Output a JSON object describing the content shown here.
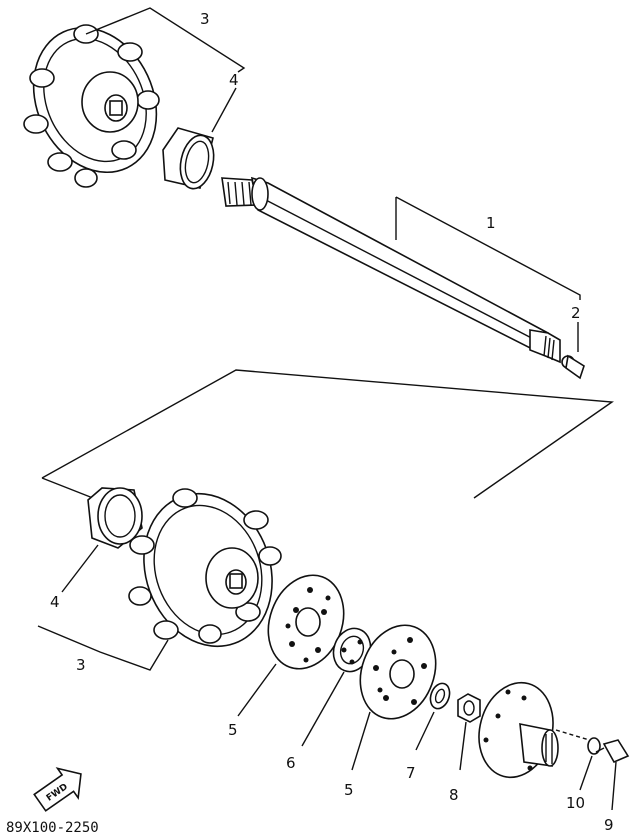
{
  "callouts": {
    "c1": "1",
    "c2": "2",
    "c3_top": "3",
    "c3_bottom": "3",
    "c4_top": "4",
    "c4_bottom": "4",
    "c5_left": "5",
    "c5_right": "5",
    "c6": "6",
    "c7": "7",
    "c8": "8",
    "c9": "9",
    "c10": "10"
  },
  "fwd_label": "FWD",
  "diagram_code": "89X100-2250",
  "icons": {
    "direction_arrow": "fwd-arrow-icon"
  },
  "colors": {
    "ink": "#111111",
    "paper": "#ffffff"
  }
}
